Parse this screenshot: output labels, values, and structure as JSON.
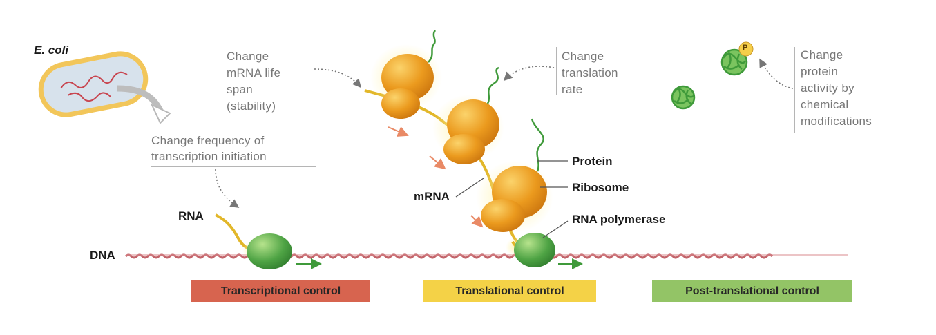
{
  "labels": {
    "organism": "E. coli",
    "note_transcription_line1": "Change frequency of",
    "note_transcription_line2": "transcription initiation",
    "note_mrna_line1": "Change",
    "note_mrna_line2": "mRNA life",
    "note_mrna_line3": "span",
    "note_mrna_line4": "(stability)",
    "note_translation_line1": "Change",
    "note_translation_line2": "translation",
    "note_translation_line3": "rate",
    "note_protein_line1": "Change",
    "note_protein_line2": "protein",
    "note_protein_line3": "activity by",
    "note_protein_line4": "chemical",
    "note_protein_line5": "modifications",
    "rna": "RNA",
    "dna": "DNA",
    "mrna": "mRNA",
    "protein": "Protein",
    "ribosome": "Ribosome",
    "rna_polymerase": "RNA polymerase",
    "phosphate": "P"
  },
  "controls": {
    "transcriptional": "Transcriptional control",
    "translational": "Translational control",
    "post_translational": "Post-translational control"
  },
  "colors": {
    "transcriptional_box": "#d7644f",
    "translational_box": "#f4d247",
    "post_translational_box": "#93c466",
    "ribosome": "#eb9a1e",
    "polymerase": "#4ea344",
    "dna": "#c2646a",
    "mrna": "#e2b72a",
    "protein_chain": "#3f9a3a"
  }
}
